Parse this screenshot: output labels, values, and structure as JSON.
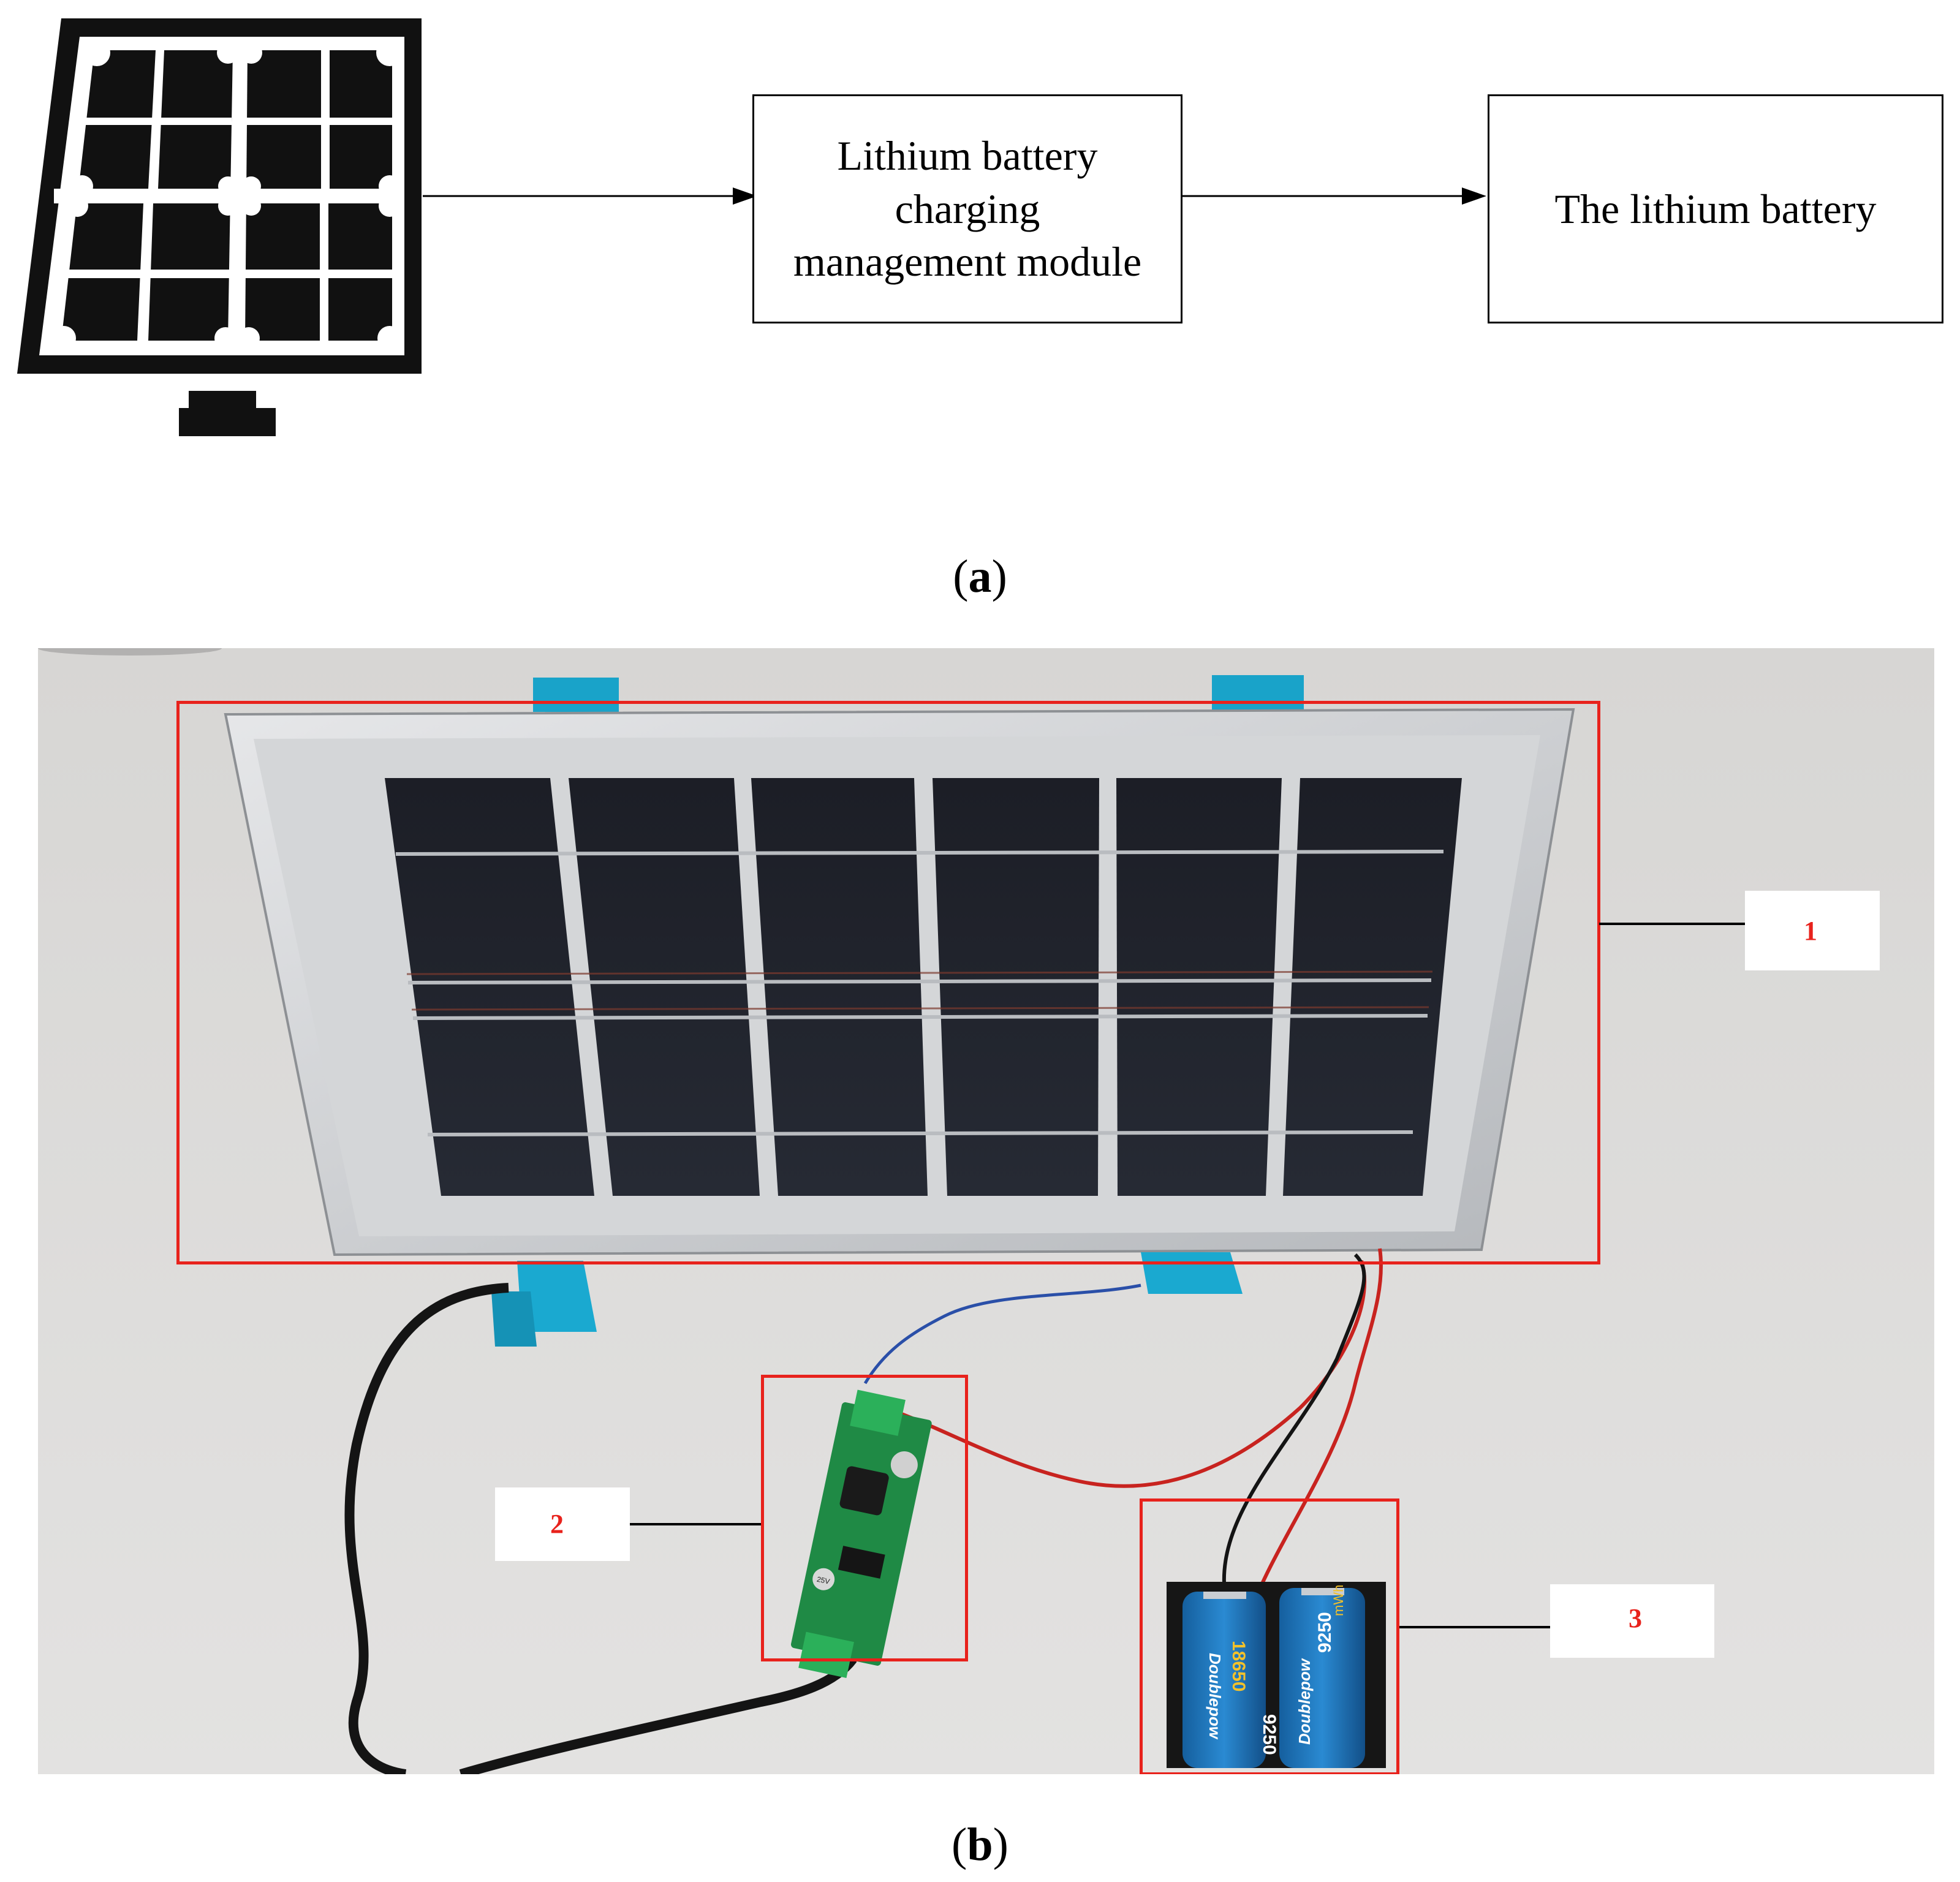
{
  "panel_a": {
    "caption_open": "(",
    "caption_letter": "a",
    "caption_close": ")",
    "icon": "solar-panel-icon",
    "box_module": "Lithium battery\ncharging\nmanagement module",
    "box_battery": "The lithium battery"
  },
  "panel_b": {
    "caption_open": "(",
    "caption_letter": "b",
    "caption_close": ")",
    "label_1": "1",
    "label_2": "2",
    "label_3": "3",
    "battery_brand": "Doublepow",
    "battery_type": "18650",
    "battery_capacity": "9250",
    "battery_unit": "mWh",
    "board_label": "25V"
  },
  "colors": {
    "highlight": "#e8221c",
    "label_text": "#e8221c"
  }
}
